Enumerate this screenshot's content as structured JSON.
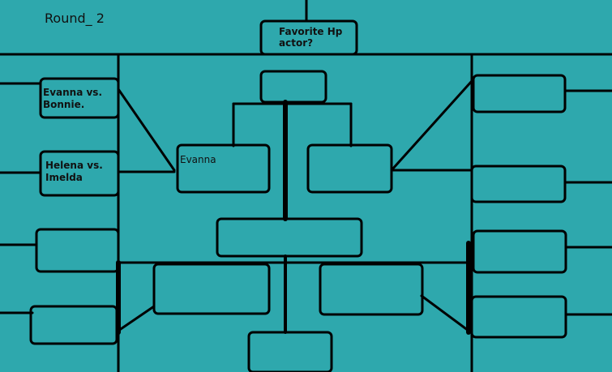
{
  "page": {
    "round_label": "Round_ 2",
    "center_question": "Favorite Hp actor?",
    "background_color": "#2ea8ad",
    "line_color": "#000000"
  },
  "left_bracket": {
    "matchups": [
      "Evanna vs. Bonnie.",
      "Helena vs. Imelda",
      "",
      ""
    ],
    "next_round": [
      "Evanna",
      ""
    ]
  },
  "right_bracket": {
    "matchups": [
      "",
      "",
      "",
      ""
    ],
    "next_round": [
      "",
      ""
    ]
  },
  "center": {
    "final_top": "",
    "final_bottom": "",
    "winner": "",
    "bottom_slot": ""
  }
}
